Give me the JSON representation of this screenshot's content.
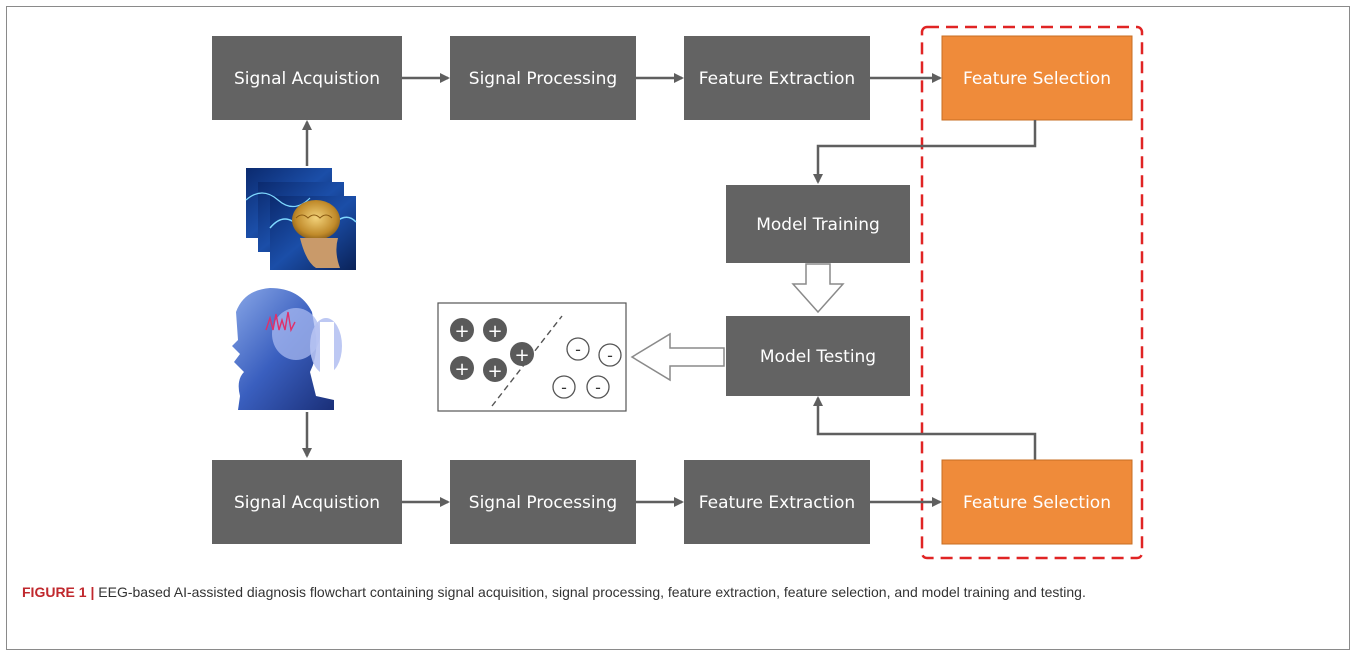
{
  "colors": {
    "node_fill": "#636363",
    "highlight_fill": "#ef8b3a",
    "arrow": "#5f5f5f",
    "dashed_frame": "#e02424",
    "caption_label": "#c0282d"
  },
  "flow_top": {
    "signal_acquisition": "Signal Acquistion",
    "signal_processing": "Signal Processing",
    "feature_extraction": "Feature Extraction",
    "feature_selection": "Feature Selection"
  },
  "flow_middle": {
    "model_training": "Model Training",
    "model_testing": "Model Testing"
  },
  "flow_bottom": {
    "signal_acquisition": "Signal Acquistion",
    "signal_processing": "Signal Processing",
    "feature_extraction": "Feature Extraction",
    "feature_selection": "Feature Selection"
  },
  "classifier": {
    "positive_symbol": "+",
    "negative_symbol": "-"
  },
  "caption": {
    "label": "FIGURE 1 |",
    "text": "EEG-based AI-assisted diagnosis flowchart containing signal acquisition, signal processing, feature extraction, feature selection, and model training and testing."
  },
  "icons": [
    "eeg-brain-stack-icon",
    "head-scan-icon"
  ]
}
